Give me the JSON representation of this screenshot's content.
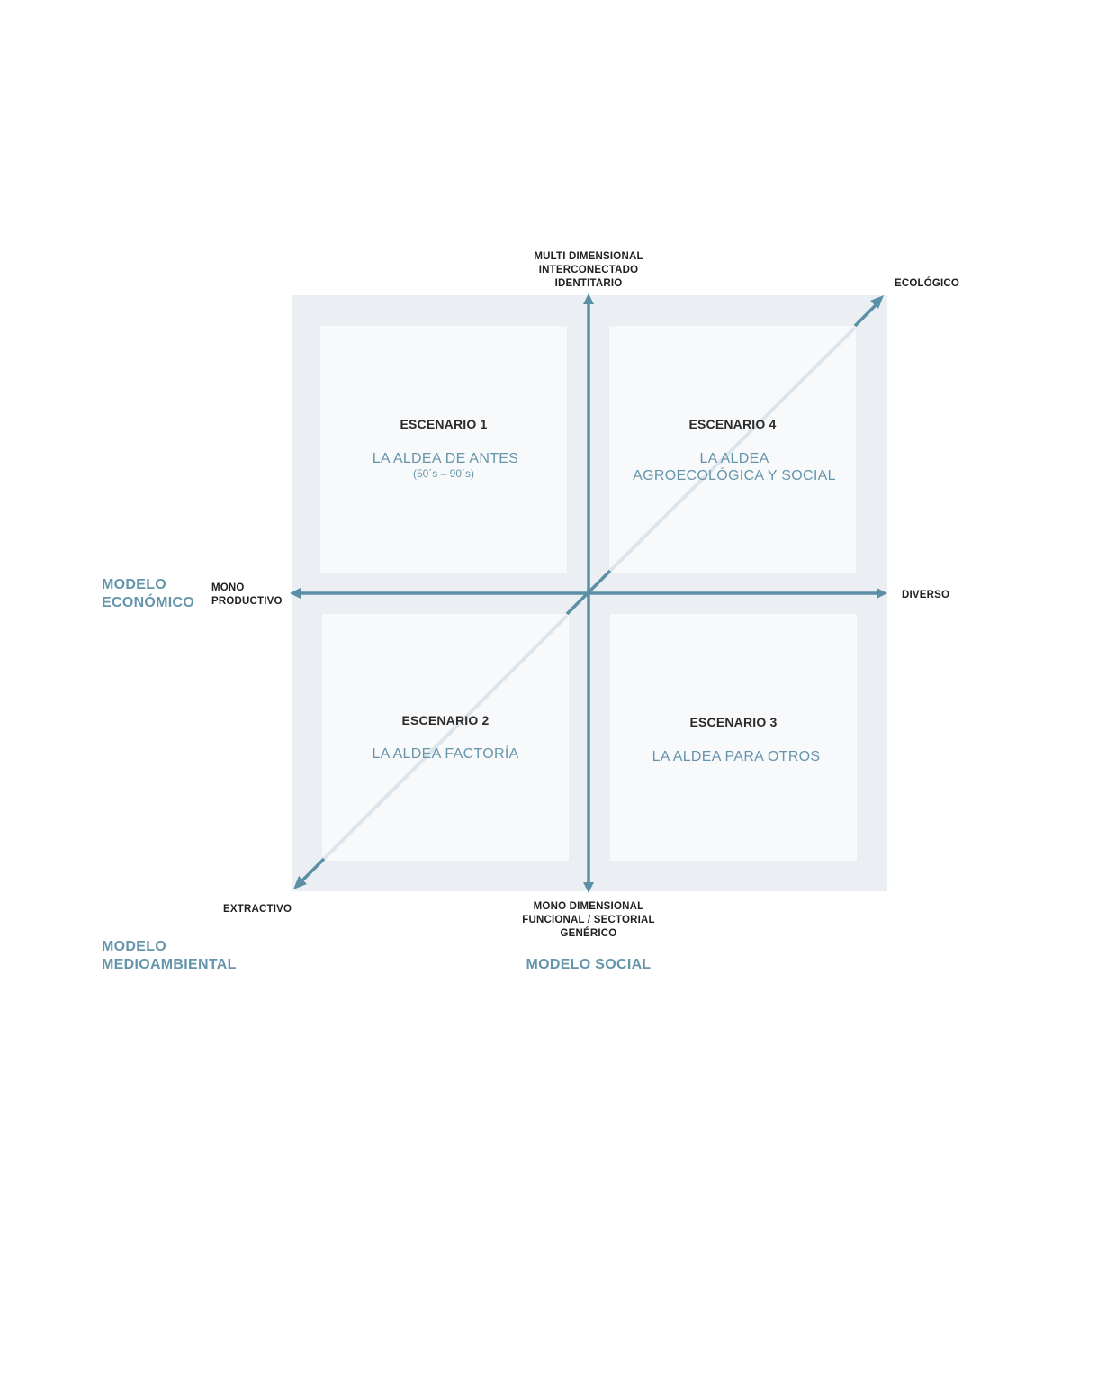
{
  "scenarios": [
    {
      "id": "1",
      "title": "ESCENARIO 1",
      "name_lines": [
        "LA ALDEA DE ANTES"
      ],
      "subtitle": "(50´s – 90´s)"
    },
    {
      "id": "2",
      "title": "ESCENARIO 2",
      "name_lines": [
        "LA ALDEA FACTORÍA"
      ],
      "subtitle": ""
    },
    {
      "id": "3",
      "title": "ESCENARIO 3",
      "name_lines": [
        "LA ALDEA PARA OTROS"
      ],
      "subtitle": ""
    },
    {
      "id": "4",
      "title": "ESCENARIO 4",
      "name_lines": [
        "LA ALDEA",
        "AGROECOLÓGICA Y SOCIAL"
      ],
      "subtitle": ""
    }
  ],
  "axes": {
    "vertical": {
      "top_lines": [
        "MULTI DIMENSIONAL",
        "INTERCONECTADO",
        "IDENTITARIO"
      ],
      "bottom_lines": [
        "MONO DIMENSIONAL",
        "FUNCIONAL / SECTORIAL",
        "GENÉRICO"
      ],
      "model": "MODELO SOCIAL"
    },
    "horizontal": {
      "left_lines": [
        "MONO",
        "PRODUCTIVO"
      ],
      "right": "DIVERSO",
      "model_lines": [
        "MODELO",
        "ECONÓMICO"
      ]
    },
    "diagonal": {
      "top_right": "ECOLÓGICO",
      "bottom_left": "EXTRACTIVO",
      "model_lines": [
        "MODELO",
        "MEDIOAMBIENTAL"
      ]
    }
  },
  "colors": {
    "axis": "#5b8fa5",
    "diagonal_light": "#dce5ec",
    "panel": "#ebeff4",
    "box": "#f8f9fb",
    "accent_text": "#6595ab",
    "dark_text": "#2b2b2b"
  }
}
